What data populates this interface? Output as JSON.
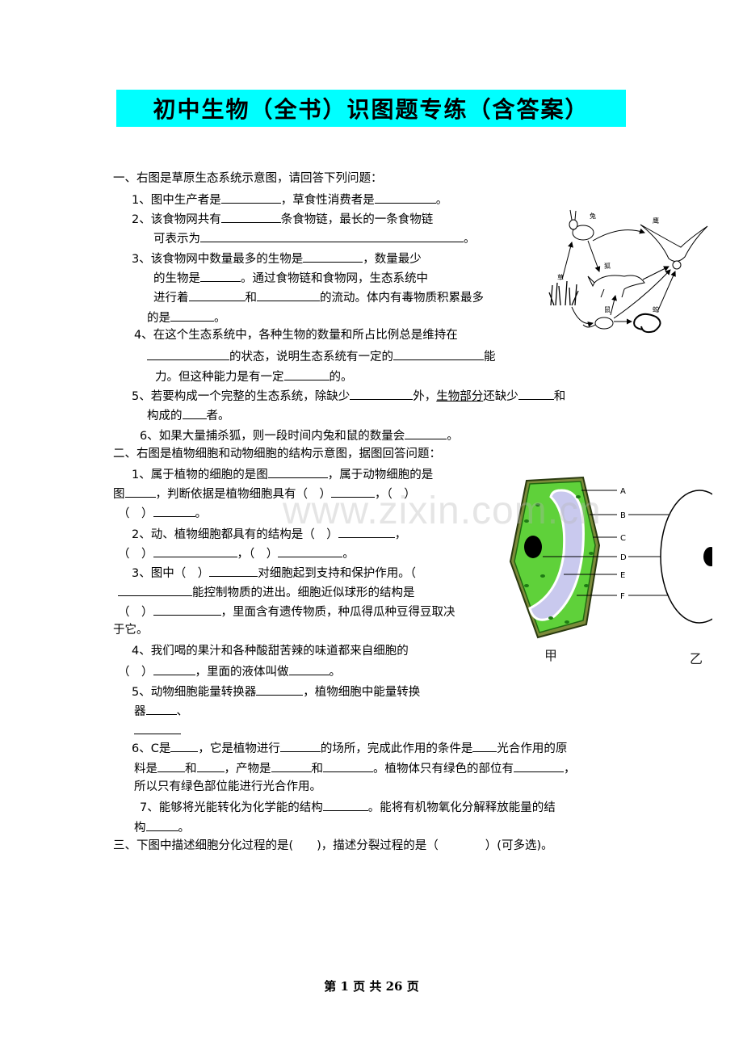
{
  "title": "初中生物（全书）识图题专练（含答案）",
  "watermark": "www.zixin.com.cn",
  "footer": {
    "page_label": "第",
    "page_num": "1",
    "middle": "页 共",
    "total": "26",
    "end": "页"
  },
  "s1": {
    "heading": "一、右图是草原生态系统示意图，请回答下列问题：",
    "q1a": "1、图中生产者是",
    "q1b": "，草食性消费者是",
    "q1c": "。",
    "q2a": "2、该食物网共有",
    "q2b": "条食物链，最长的一条食物链",
    "q2c": "可表示为",
    "q2d": "。",
    "q3a": "3、该食物网中数量最多的生物是",
    "q3b": "，数量最少",
    "q3c": "的生物是",
    "q3d": "。通过食物链和食物网，生态系统中",
    "q3e": "进行着",
    "q3f": "和",
    "q3g": "的流动。体内有毒物质积累最多",
    "q3h": "的是",
    "q3i": "。",
    "q4a": "4、在这个生态系统中，各种生物的数量和所占比例总是维持在",
    "q4b": "的状态，说明生态系统有一定的",
    "q4c": "能",
    "q4d": "力。但这种能力是有一定",
    "q4e": "的。",
    "q5a": "5、若要构成一个完整的生态系统，除缺少",
    "q5b": "外，",
    "q5c": "生物部分",
    "q5d": "还缺少",
    "q5e": "和",
    "q5f": "构成的",
    "q5g": "者。",
    "q6a": "6、如果大量捕杀狐，则一段时间内兔和鼠的数量会",
    "q6b": "。",
    "fig_labels": {
      "rabbit": "兔",
      "eagle": "鹰",
      "fox": "狐",
      "grass": "草",
      "mouse": "鼠",
      "snake": "蛇"
    }
  },
  "s2": {
    "heading": "二、右图是植物细胞和动物细胞的结构示意图，据图回答问题：",
    "q1a": "1、属于植物的细胞的是图",
    "q1b": "，属于动物细胞的是",
    "q1c": "图",
    "q1d": "，判断依据是植物细胞具有（　）",
    "q1e": "，（　）",
    "q1f": "（　）",
    "q1g": "。",
    "q2a": "2、动、植物细胞都具有的结构是（　）",
    "q2b": "，",
    "q2c": "（　）",
    "q2d": "，（　）",
    "q2e": "。",
    "q3a": "3、图中（　）",
    "q3b": "对细胞起到支持和保护作用。（",
    "q3c": "能控制物质的进出。细胞近似球形的结构是",
    "q3d": "（　）",
    "q3e": "，里面含有遗传物质，种瓜得瓜种豆得豆取决",
    "q3f": "于它。",
    "q4a": "4、我们喝的果汁和各种酸甜苦辣的味道都来自细胞的",
    "q4b": "（　）",
    "q4c": "，里面的液体叫做",
    "q4d": "。",
    "q5a": "5、动物细胞能量转换器",
    "q5b": "，植物细胞中能量转换",
    "q5c": "器",
    "q5d": "、",
    "q6a": "6、C是",
    "q6b": "，它是植物进行",
    "q6c": "的场所，完成此作用的条件是",
    "q6d": "光合作用的原",
    "q6e": "料是",
    "q6f": "和",
    "q6g": "，产物是",
    "q6h": "和",
    "q6i": "。植物体只有绿色的部位有",
    "q6j": "，",
    "q6k": "所以只有绿色部位能进行光合作用。",
    "q7a": "7、能够将光能转化为化学能的结构",
    "q7b": "。能将有机物氧化分解释放能量的结",
    "q7c": "构",
    "q7d": "。",
    "fig_labels": {
      "A": "A",
      "B": "B",
      "C": "C",
      "D": "D",
      "E": "E",
      "F": "F",
      "jia": "甲",
      "yi": "乙"
    }
  },
  "s3": {
    "heading": "三、下图中描述细胞分化过程的是(　　)，描述分裂过程的是（　　　　）(可多选)。"
  }
}
